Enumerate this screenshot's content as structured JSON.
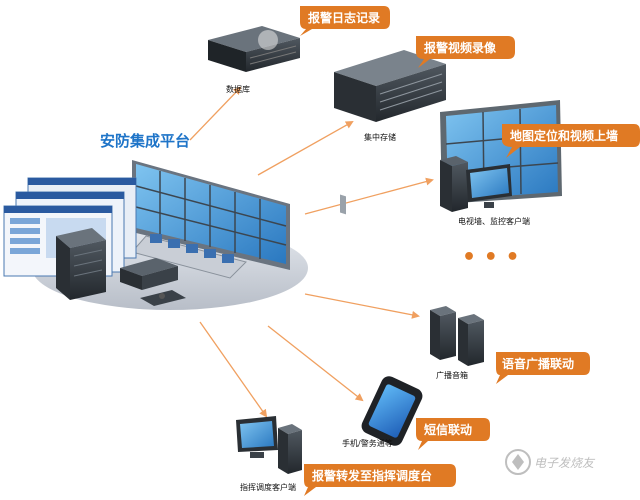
{
  "title": "安防集成平台",
  "nodes": {
    "database": {
      "label": "数据库",
      "bubble": "报警日志记录"
    },
    "storage": {
      "label": "集中存储",
      "bubble": "报警视频录像"
    },
    "videowall": {
      "label": "电视墙、监控客户端",
      "bubble": "地图定位和视频上墙"
    },
    "speaker": {
      "label": "广播音箱",
      "bubble": "语音广播联动"
    },
    "phone": {
      "label": "手机/警务通等",
      "bubble": "短信联动"
    },
    "dispatch": {
      "label": "指挥调度客户端",
      "bubble": "报警转发至指挥调度台"
    }
  },
  "more": "• • •",
  "watermark": "电子发烧友"
}
